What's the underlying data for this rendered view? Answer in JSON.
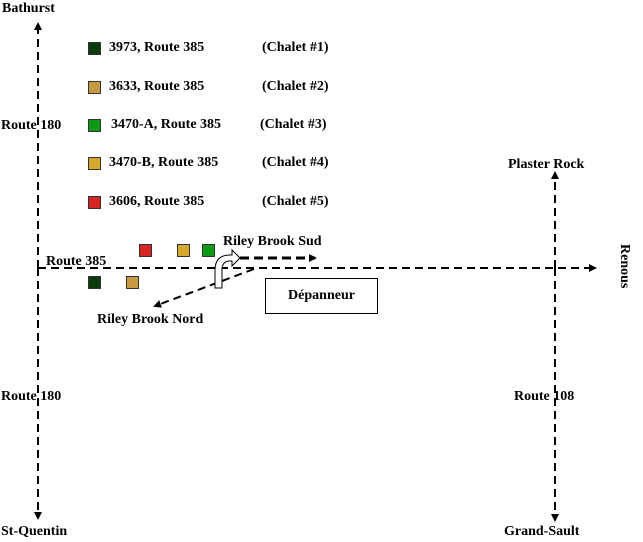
{
  "destinations": {
    "north": "Bathurst",
    "south": "St-Quentin",
    "northeast": "Plaster Rock",
    "southeast": "Grand-Sault",
    "east": "Renous"
  },
  "roads": {
    "route180_top": "Route 180",
    "route180_bottom": "Route 180",
    "route385": "Route 385",
    "route108": "Route 108",
    "riley_brook_sud": "Riley Brook Sud",
    "riley_brook_nord": "Riley Brook Nord"
  },
  "legend": [
    {
      "address": "3973, Route 385",
      "name": "(Chalet #1)",
      "color": "#0b3a0b"
    },
    {
      "address": "3633, Route 385",
      "name": "(Chalet #2)",
      "color": "#c89a40"
    },
    {
      "address": "3470-A, Route 385",
      "name": "(Chalet #3)",
      "color": "#0c9a14"
    },
    {
      "address": "3470-B, Route 385",
      "name": "(Chalet #4)",
      "color": "#d6a92c"
    },
    {
      "address": "3606, Route 385",
      "name": "(Chalet #5)",
      "color": "#d92424"
    }
  ],
  "store": "Dépanneur"
}
